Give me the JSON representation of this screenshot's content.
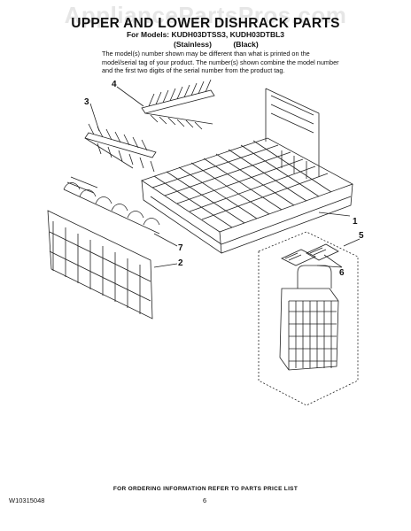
{
  "watermark": "AppliancePartsPros.com",
  "title": "UPPER AND LOWER DISHRACK PARTS",
  "models_line": "For Models: KUDH03DTSS3, KUDH03DTBL3",
  "finishes": [
    "(Stainless)",
    "(Black)"
  ],
  "note": "The model(s) number shown may be different than what is printed on the model/serial tag of your product. The number(s) shown combine the model number and the first two digits of the serial number from the product tag.",
  "callouts": {
    "c1": "1",
    "c2": "2",
    "c3": "3",
    "c4": "4",
    "c5": "5",
    "c6": "6",
    "c7": "7"
  },
  "footer": {
    "ordering": "FOR ORDERING INFORMATION REFER TO PARTS PRICE LIST",
    "doc_number": "W10315048",
    "page_number": "6"
  }
}
